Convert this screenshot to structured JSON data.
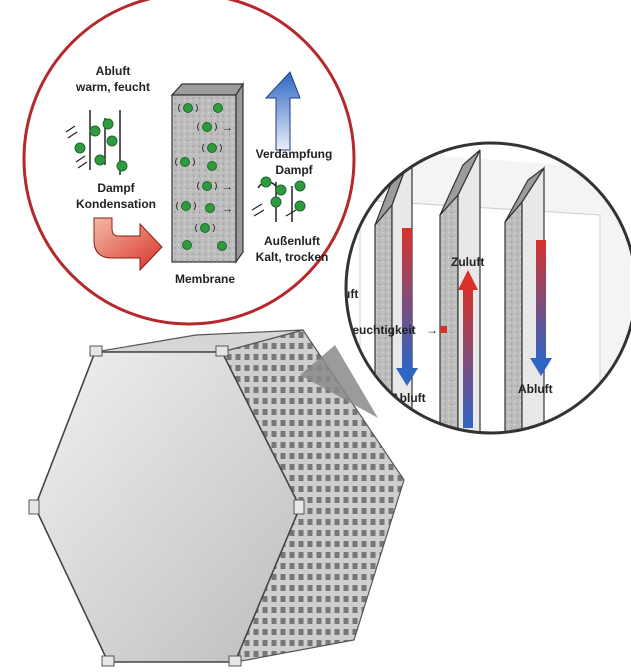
{
  "labels": {
    "exhaust_air_in": "Abluft",
    "exhaust_air_in_state": "warm, feucht",
    "steam_condensation_line1": "Dampf",
    "steam_condensation_line2": "Kondensation",
    "evaporation_line1": "Verdampfung",
    "evaporation_line2": "Dampf",
    "outside_air": "Außenluft",
    "outside_air_state": "Kalt, trocken",
    "membrane": "Membrane",
    "supply_air_1": "Zuluft",
    "supply_air_2": "Zuluft",
    "exhaust_air_1": "Abluft",
    "exhaust_air_2": "Abluft",
    "humidity": "Feuchtigkeit"
  },
  "colors": {
    "warm": "#d8322a",
    "cold": "#2f66c4",
    "molecule": "#2f9a3f",
    "zoom_border": "#b5282c",
    "plate": "#c9c9c9",
    "outline": "#333333"
  }
}
